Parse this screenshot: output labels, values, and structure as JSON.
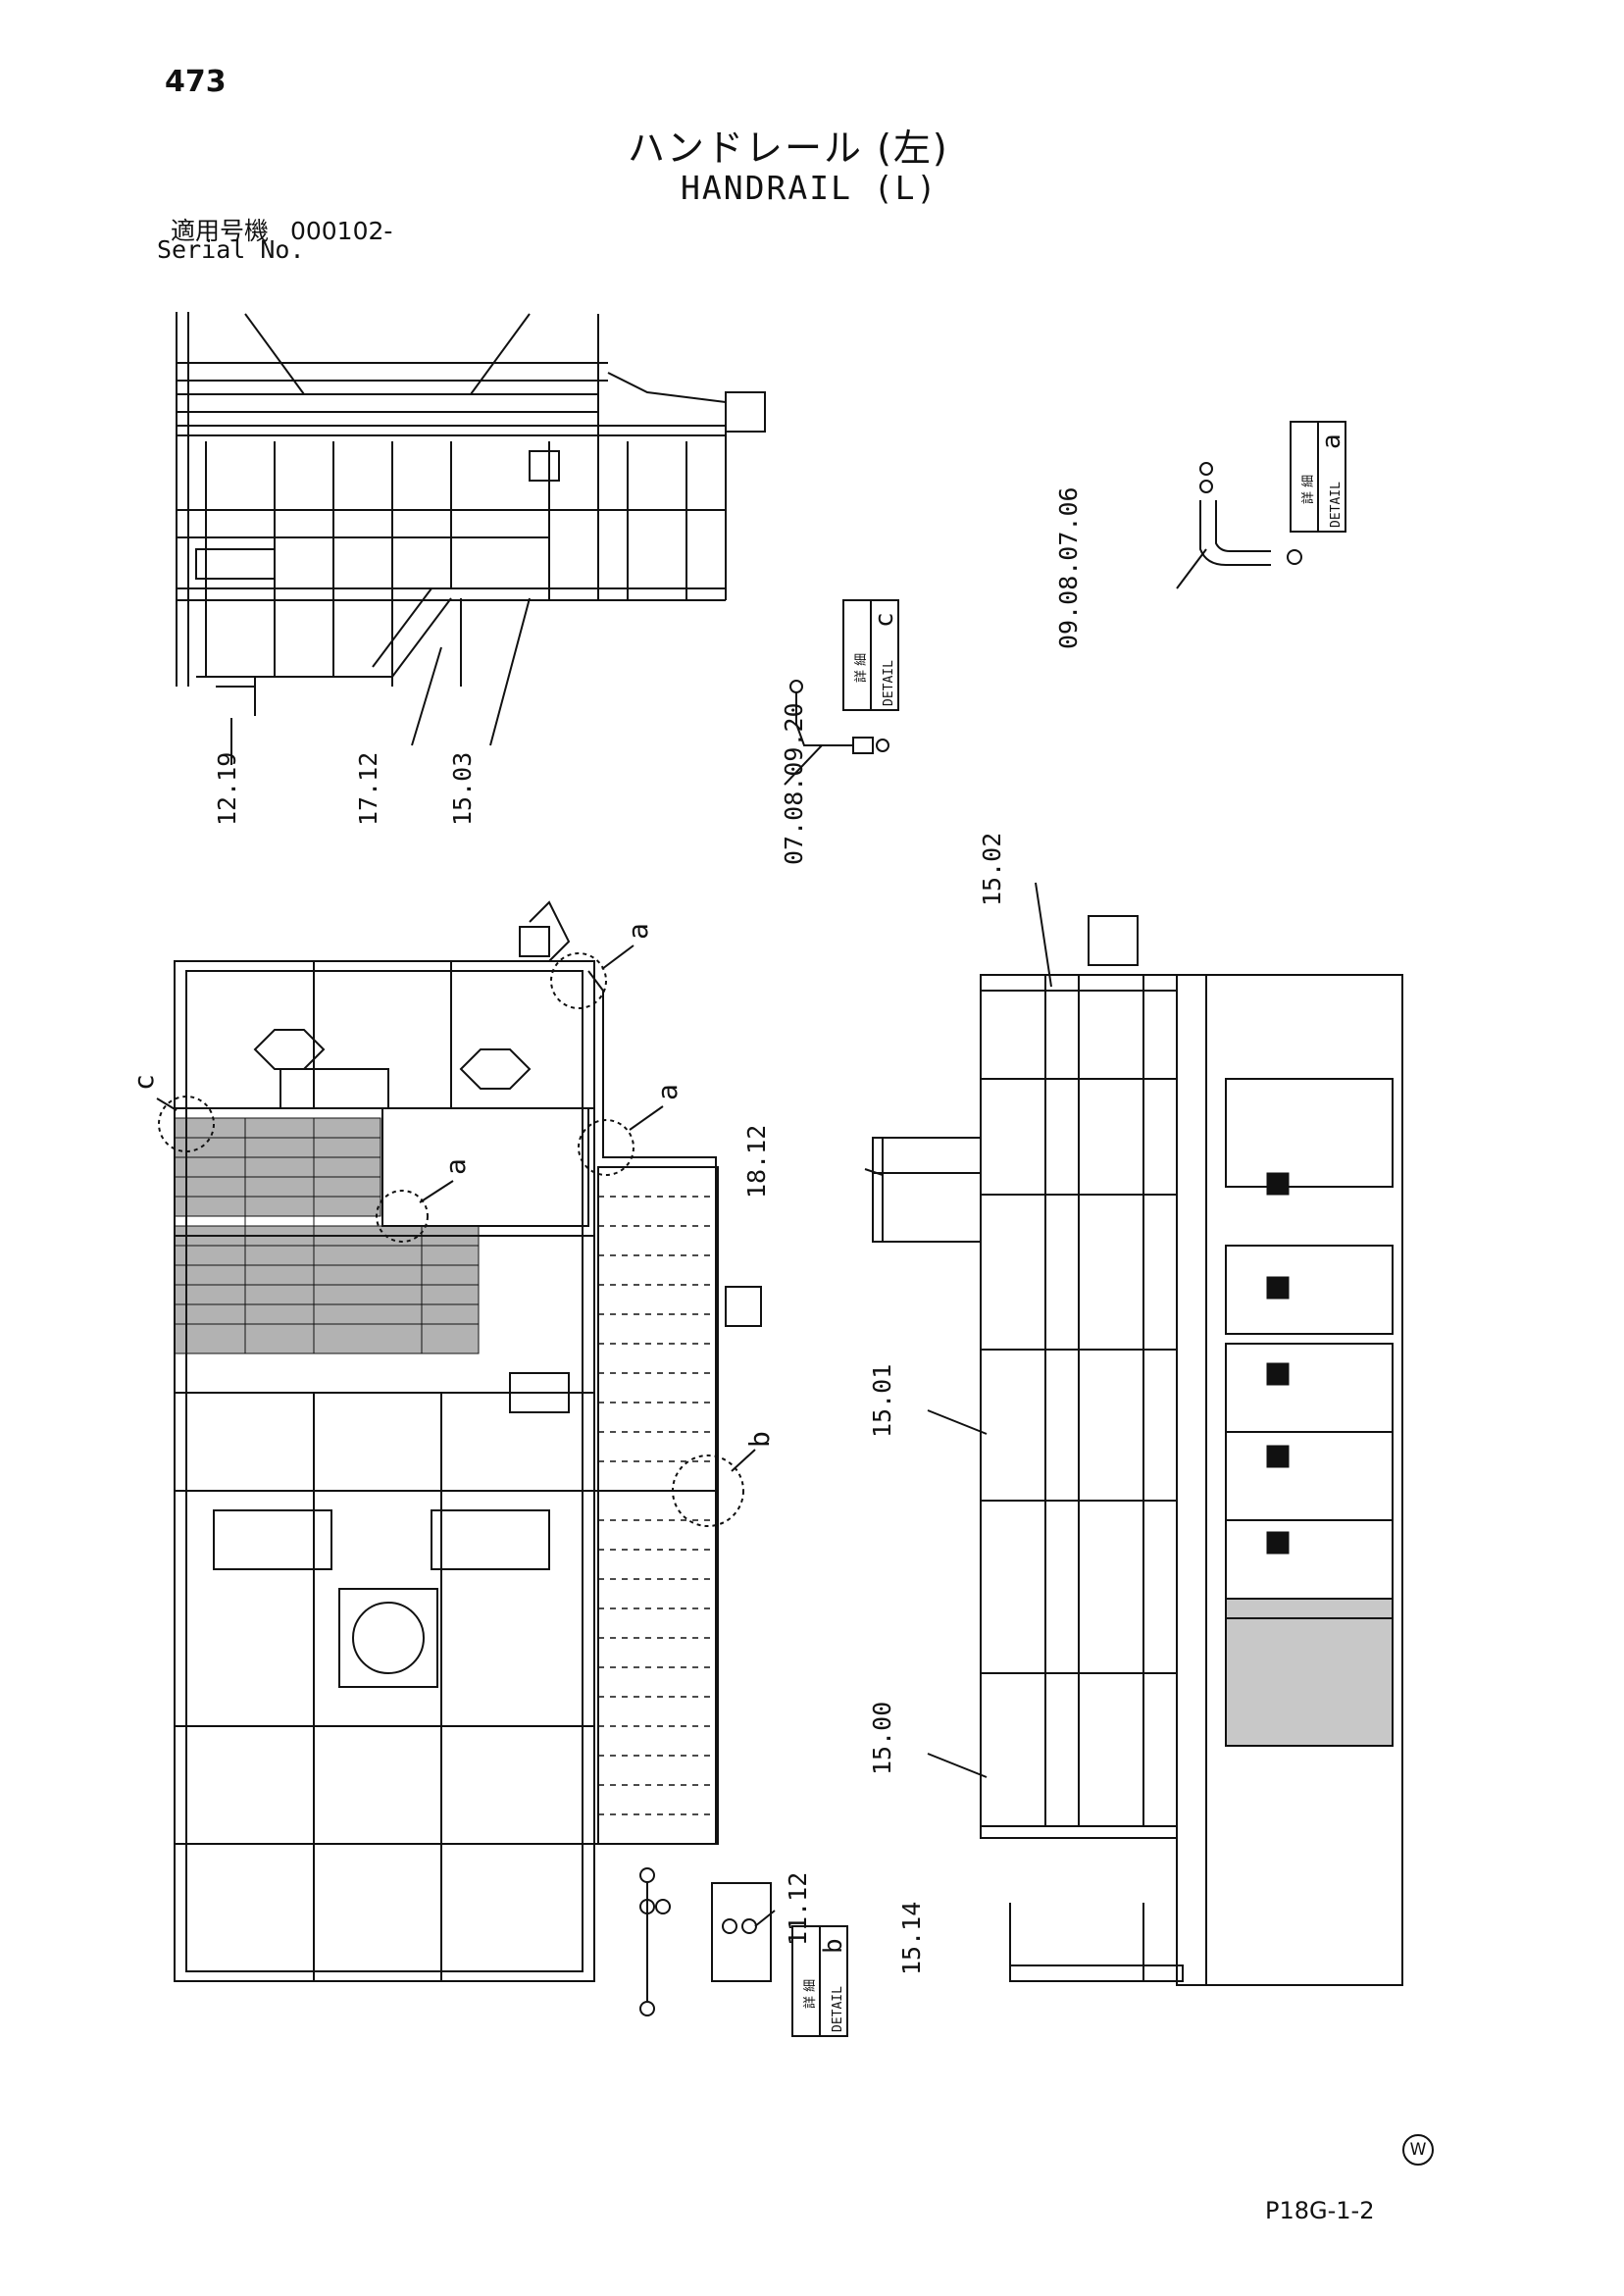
{
  "page_number": "473",
  "title_jp": "ハンドレール (左)",
  "title_en": "HANDRAIL (L)",
  "serial_label_jp": "適用号機",
  "serial_value": "000102-",
  "serial_label_en": "Serial No.",
  "detail_label_jp": "詳 細",
  "detail_label_en": "DETAIL",
  "details": {
    "a": "a",
    "b": "b",
    "c": "c"
  },
  "callout_a": "a",
  "callout_b": "b",
  "callout_c": "c",
  "parts": {
    "p1219": "12.19",
    "p1712": "17.12",
    "p1503": "15.03",
    "p07_08_09_20": "07.08.09.20",
    "p09_08_07_06": "09.08.07.06",
    "p1502": "15.02",
    "p1812": "18.12",
    "p1501": "15.01",
    "p1500": "15.00",
    "p1112": "11.12",
    "p1514": "15.14"
  },
  "footer_code": "P18G-1-2",
  "watermark_letter": "W"
}
